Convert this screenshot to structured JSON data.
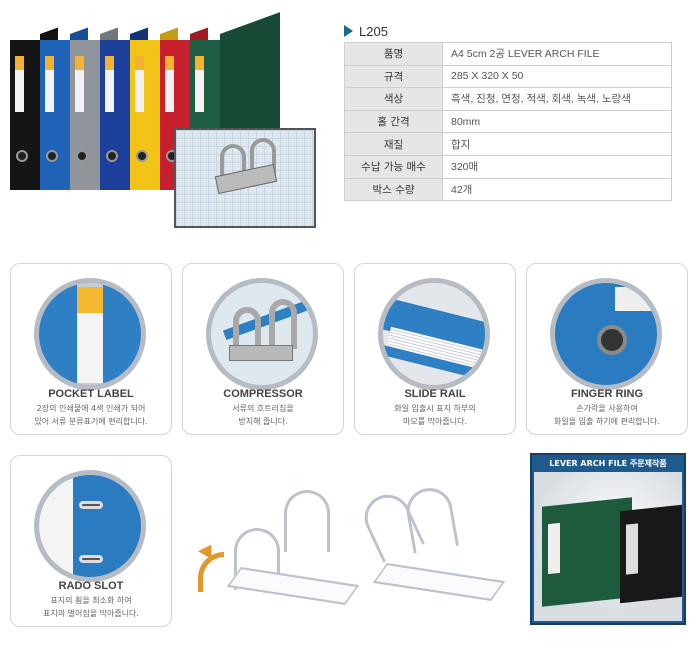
{
  "model": "L205",
  "spec": [
    {
      "key": "품명",
      "value": "A4 5cm 2공 LEVER ARCH FILE"
    },
    {
      "key": "규격",
      "value": "285 X 320 X 50"
    },
    {
      "key": "색상",
      "value": "흑색, 진청, 연청, 적색, 회색, 녹색, 노랑색"
    },
    {
      "key": "홀 간격",
      "value": "80mm"
    },
    {
      "key": "재질",
      "value": "합지"
    },
    {
      "key": "수납 가능 매수",
      "value": "320매"
    },
    {
      "key": "박스 수량",
      "value": "42개"
    }
  ],
  "binder_colors": [
    "#151515",
    "#1e63b8",
    "#8f959b",
    "#1c3f9a",
    "#f2c417",
    "#c81f2c",
    "#1e5e43"
  ],
  "features": [
    {
      "title": "POCKET LABEL",
      "line1": "2장의 인쇄물에 4색 인쇄가 되어",
      "line2": "있어 서류 분류표기에 편리합니다."
    },
    {
      "title": "COMPRESSOR",
      "line1": "서류의 흐트러짐을",
      "line2": "방지해 줍니다."
    },
    {
      "title": "SLIDE RAIL",
      "line1": "화일 입출시 표지 하부의",
      "line2": "마모를 막아줍니다."
    },
    {
      "title": "FINGER RING",
      "line1": "손가락을 사용하여",
      "line2": "화일을 입출 하기에 편리합니다."
    },
    {
      "title": "RADO SLOT",
      "line1": "표지의 휨을 최소화 하여",
      "line2": "표지의 벌어짐을 막아줍니다."
    }
  ],
  "custom_order": {
    "title": "LEVER ARCH FILE 주문제작품"
  }
}
